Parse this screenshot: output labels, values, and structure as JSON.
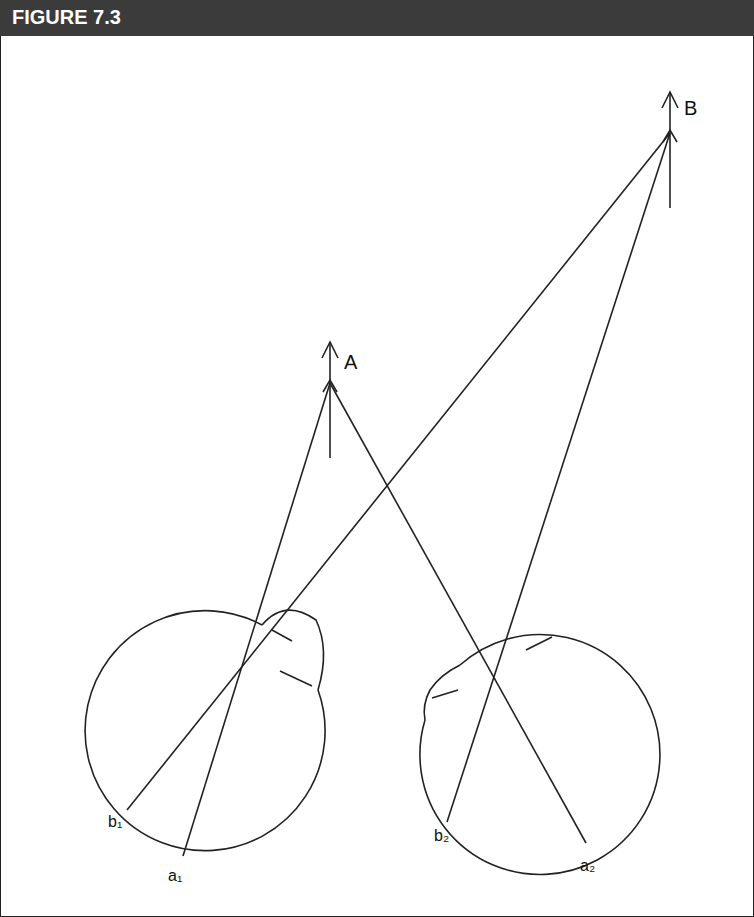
{
  "diagram": {
    "title": "FIGURE 7.3",
    "labels": [
      "A",
      "B",
      "b₁",
      "a₁",
      "b₂",
      "a₂"
    ]
  }
}
